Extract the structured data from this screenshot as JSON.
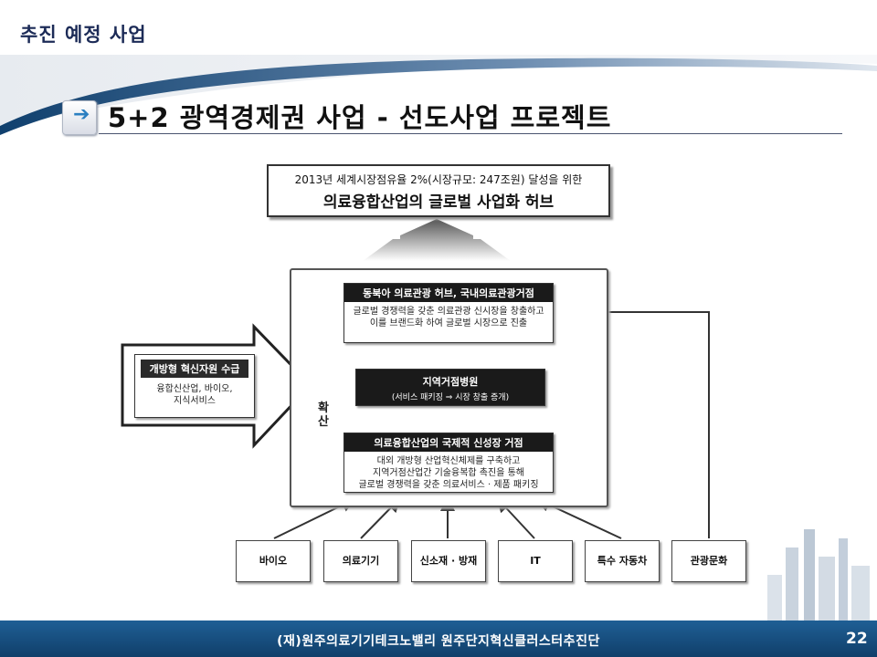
{
  "header": {
    "title": "추진 예정 사업"
  },
  "section": {
    "title": "5+2 광역경제권 사업 - 선도사업 프로젝트"
  },
  "diagram": {
    "hub": {
      "line1": "2013년 세계시장점유율 2%(시장규모: 247조원) 달성을 위한",
      "line2": "의료융합산업의 글로벌 사업화 허브"
    },
    "tourism": {
      "header": "동북아 의료관광 허브, 국내의료관광거점",
      "line1": "글로벌 경쟁력을 갖춘 의료관광 신시장을 창출하고",
      "line2": "이를 브랜드화 하여 글로벌 시장으로 진출"
    },
    "hospital": {
      "title": "지역거점병원",
      "subtitle": "(서비스 패키징 ⇒ 시장 창출 증개)"
    },
    "growth": {
      "header": "의료융합산업의 국제적 신성장 거점",
      "line1": "대외 개방형 산업혁신체제를 구축하고",
      "line2": "지역거점산업간 기술융복합 촉진을 통해",
      "line3": "글로벌 경쟁력을 갖춘 의료서비스 · 제품 패키징"
    },
    "supply": {
      "header": "개방형 혁신자원 수급",
      "line1": "융합신산업, 바이오,",
      "line2": "지식서비스"
    },
    "vertical_label": "확산",
    "industries": [
      {
        "label": "바이오"
      },
      {
        "label": "의료기기"
      },
      {
        "label": "신소재 · 방재"
      },
      {
        "label": "IT"
      },
      {
        "label": "특수 자동차"
      },
      {
        "label": "관광문화"
      }
    ]
  },
  "footer": {
    "text": "(재)원주의료기기테크노밸리    원주단지혁신클러스터추진단",
    "page_number": "22"
  },
  "colors": {
    "title": "#1c2b57",
    "footer": "#1a5287",
    "accent": "#2b7fc1"
  }
}
